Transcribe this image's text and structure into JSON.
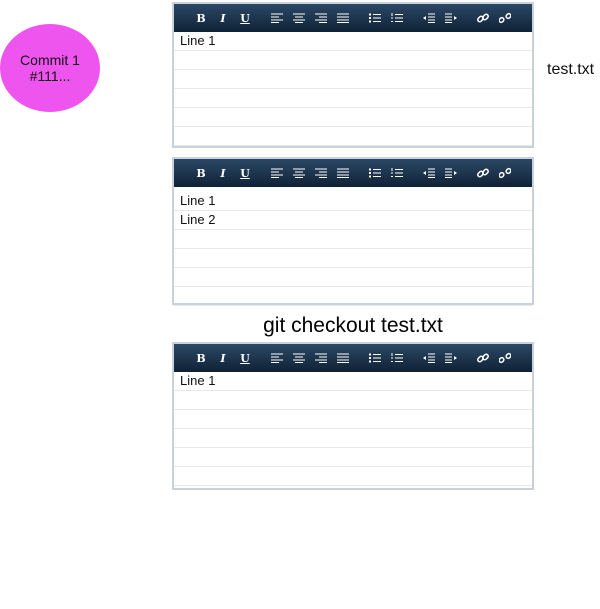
{
  "commit": {
    "label": "Commit 1",
    "hash": "#111..."
  },
  "file_label": "test.txt",
  "command_label": "git checkout test.txt",
  "toolbar": {
    "bold": "B",
    "italic": "I",
    "underline": "U"
  },
  "editors": [
    {
      "lines": [
        "Line 1",
        "",
        "",
        "",
        "",
        ""
      ]
    },
    {
      "lines": [
        "Line 1",
        "Line 2",
        "",
        "",
        "",
        ""
      ]
    },
    {
      "lines": [
        "Line 1",
        "",
        "",
        "",
        "",
        ""
      ]
    }
  ],
  "colors": {
    "commit_node": "#ee55ee",
    "toolbar_top": "#2c4866",
    "toolbar_bottom": "#0f2236",
    "editor_border": "#c9d1da"
  }
}
